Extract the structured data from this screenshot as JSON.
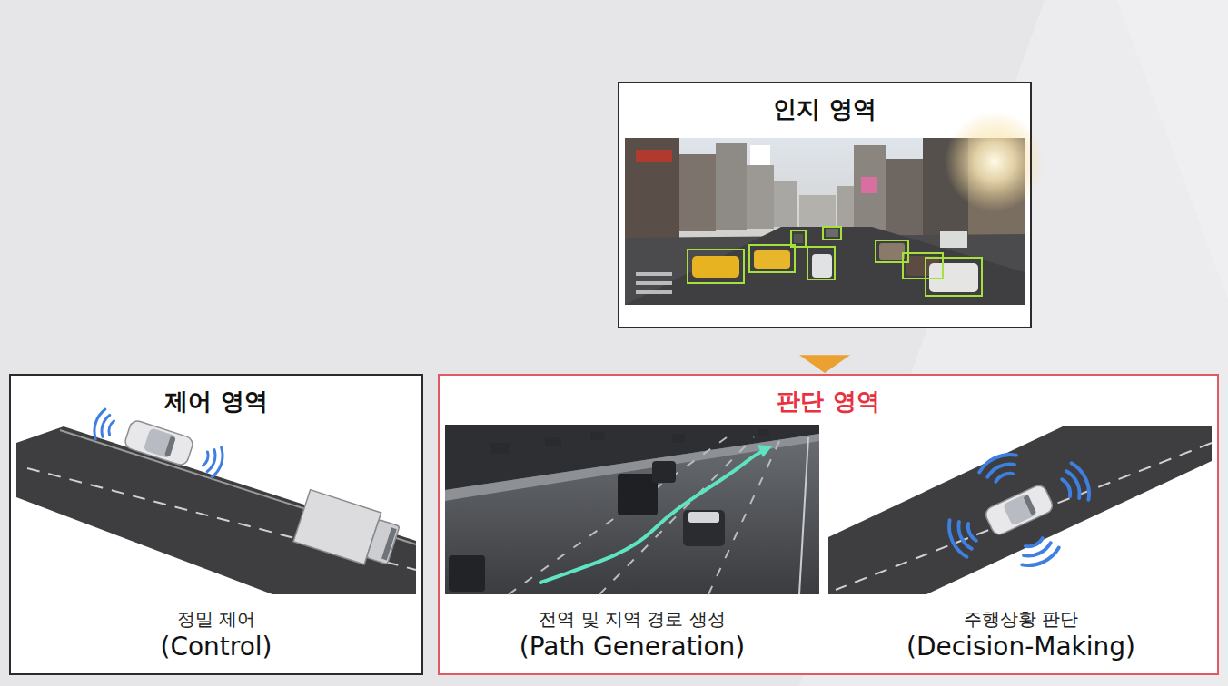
{
  "diagram": {
    "nodes": [
      {
        "text": [
          "인지 영역"
        ]
      },
      {
        "text": [
          "제어 영역",
          "정밀 제어",
          "(Control)"
        ]
      },
      {
        "text": [
          "판단 영역"
        ]
      },
      {
        "text": [
          "전역 및 지역 경로 생성",
          "(Path Generation)"
        ],
        "in": 2
      },
      {
        "text": [
          "주행상황 판단",
          "(Decision-Making)"
        ],
        "in": 2
      }
    ],
    "edges": [
      {
        "from": 0,
        "to": 2,
        "arrow": "to"
      }
    ]
  }
}
